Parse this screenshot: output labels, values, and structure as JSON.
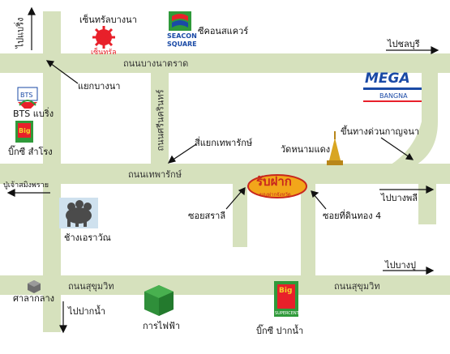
{
  "colors": {
    "road": "#d6e1bd",
    "arrow": "#111111",
    "red": "#e8202a",
    "green": "#2f9a3a",
    "yellow": "#f2d52a",
    "blue": "#1a4aa6"
  },
  "roads": {
    "bangna_trad": "ถนนบางนาตราด",
    "theparak": "ถนนเทพารักษ์",
    "srinakarin": "ถนนศรีนครินทร์",
    "sukhumvit_left": "ถนนสุขุมวิท",
    "sukhumvit_right": "ถนนสุขุมวิท"
  },
  "directions": {
    "to_bearing": "ไปแบริ่ง",
    "to_chonburi": "ไปชลบุรี",
    "to_bangphli": "ไปบางพลี",
    "to_bangpu": "ไปบางปู",
    "to_paknam": "ไปปากน้ำ",
    "to_chao_samphraya": "ปู่เจ้าสมิงพราย"
  },
  "places": {
    "central": "เซ็นทรัลบางนา",
    "central_logo": "เซ็นทรัล",
    "seacon_name": "ซีคอนสแควร์",
    "seacon_logo_1": "SEACON",
    "seacon_logo_2": "SQUARE",
    "bangna_junction": "แยกบางนา",
    "bts_logo": "BTS",
    "bts_bearing": "BTS แบริ่ง",
    "bigc_logo": "Big",
    "bigc_sub": "SUPERCENTER",
    "bigc_samrong": "บิ๊กซี สำโรง",
    "mega_logo": "MEGA",
    "mega_sub": "BANGNA",
    "expressway": "ขึ้นทางด่วนกาญจนา",
    "theparak_junction": "สี่แยกเทพารักษ์",
    "wat": "วัดหนามแดง",
    "erawan": "ช้างเอราวัณ",
    "soi_sarasi": "ซอยสราลี",
    "soi_thidin": "ซอยที่ดินทอง 4",
    "store_logo": "รับฝาก",
    "store_sub": "ของฝากจังหวัด",
    "sala_klang": "ศาลากลาง",
    "electricity": "การไฟฟ้า",
    "bigc_paknam": "บิ๊กซี ปากน้ำ"
  }
}
